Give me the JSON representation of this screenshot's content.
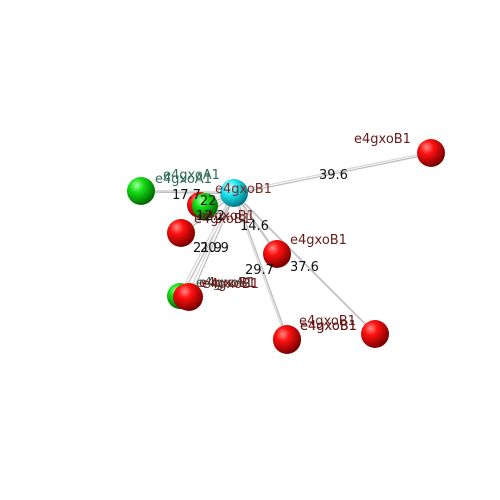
{
  "colors": {
    "background": "#ffffff",
    "bond": "#bdbdbd",
    "red_label": "#6b1a1a",
    "green_label": "#2f6b5a",
    "cyan_label": "#7a2a2a"
  },
  "atoms": [
    {
      "id": "center",
      "label": "e4gxoB1",
      "color": "cyan"
    },
    {
      "id": "g1",
      "label": "e4gxoA1",
      "color": "green"
    },
    {
      "id": "g1b",
      "label": "e4gxoA1",
      "color": "green"
    },
    {
      "id": "r_tr",
      "label": "e4gxoB1",
      "color": "red"
    },
    {
      "id": "r_top",
      "label": "e4gxoB1",
      "color": "red"
    },
    {
      "id": "r_mid",
      "label": "e4gxoB1",
      "color": "red"
    },
    {
      "id": "r_right",
      "label": "e4gxoB1",
      "color": "red"
    },
    {
      "id": "g2",
      "label": "e4gxoA1",
      "color": "green"
    },
    {
      "id": "r_low",
      "label": "e4gxoB1",
      "color": "red"
    },
    {
      "id": "r_low2",
      "label": "e4gxoB1",
      "color": "red"
    },
    {
      "id": "r_b1",
      "label": "e4gxoB1",
      "color": "red"
    },
    {
      "id": "r_b1b",
      "label": "e4gxoB1",
      "color": "red"
    },
    {
      "id": "r_b2",
      "label": "e4gxoB1",
      "color": "red"
    }
  ],
  "distances": [
    "39.6",
    "17.7",
    "22",
    "12.2",
    "14.6",
    "21.9",
    "20.9",
    "29.7",
    "37.6"
  ]
}
